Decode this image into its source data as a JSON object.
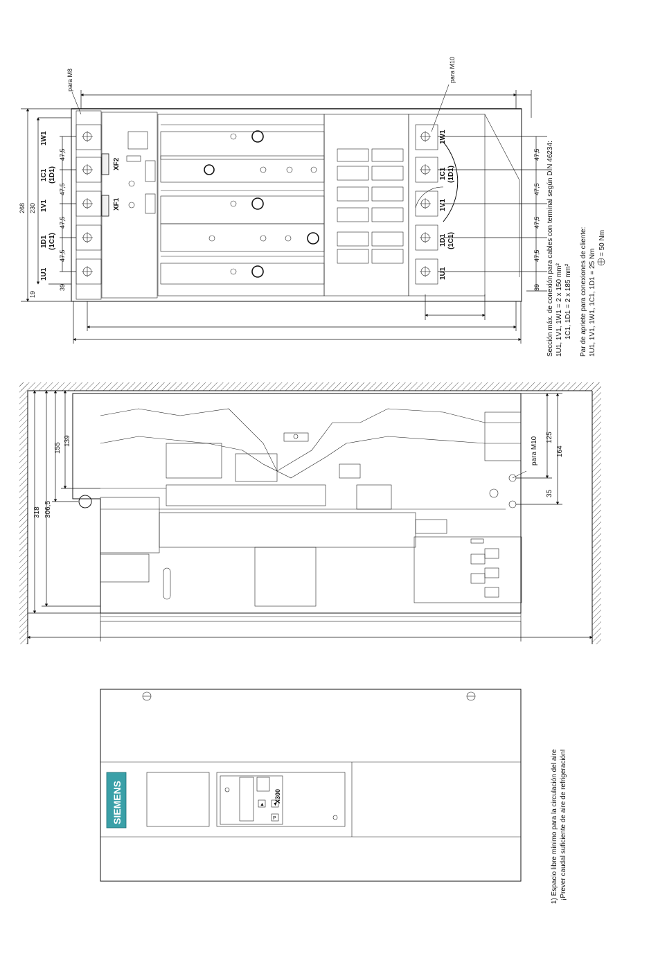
{
  "top_view": {
    "para_m8": "para M8",
    "para_m10": "para M10",
    "left_terminals": [
      "1W1",
      "1C1",
      "(1D1)",
      "1V1",
      "1D1",
      "(1C1)",
      "1U1"
    ],
    "right_terminals": [
      "1W1",
      "1C1",
      "(1D1)",
      "1V1",
      "1D1",
      "(1C1)",
      "1U1"
    ],
    "connectors": [
      "XF2",
      "XF1"
    ],
    "dims_left": [
      "268",
      "230",
      "19",
      "39"
    ],
    "pitch": "47,5",
    "pitch_right": "47,5",
    "dims_right_bottom": "39"
  },
  "notes_cables": {
    "line1": "Sección máx. de conexión para cables con terminal según DIN 46234:",
    "line2": "1U1, 1V1, 1W1 = 2 x 150 mm²",
    "line3": "1C1, 1D1 = 2 x 185 mm²",
    "line4": "Par de apriete para conexiones de cliente:",
    "line5": "1U1, 1V1, 1W1, 1C1, 1D1 = 25 Nm",
    "line6": "= 50 Nm"
  },
  "side_view": {
    "dims_left": [
      "318",
      "306,5",
      "155",
      "139"
    ],
    "para_m10": "para M10",
    "dims_right": [
      "125",
      "164",
      "35"
    ]
  },
  "front_view": {
    "brand": "SIEMENS",
    "port": "X300",
    "note1": "1) Espacio libre mínimo para la circulación del aire",
    "note2": "¡Prever caudal suficiente de aire de refrigeración!"
  }
}
